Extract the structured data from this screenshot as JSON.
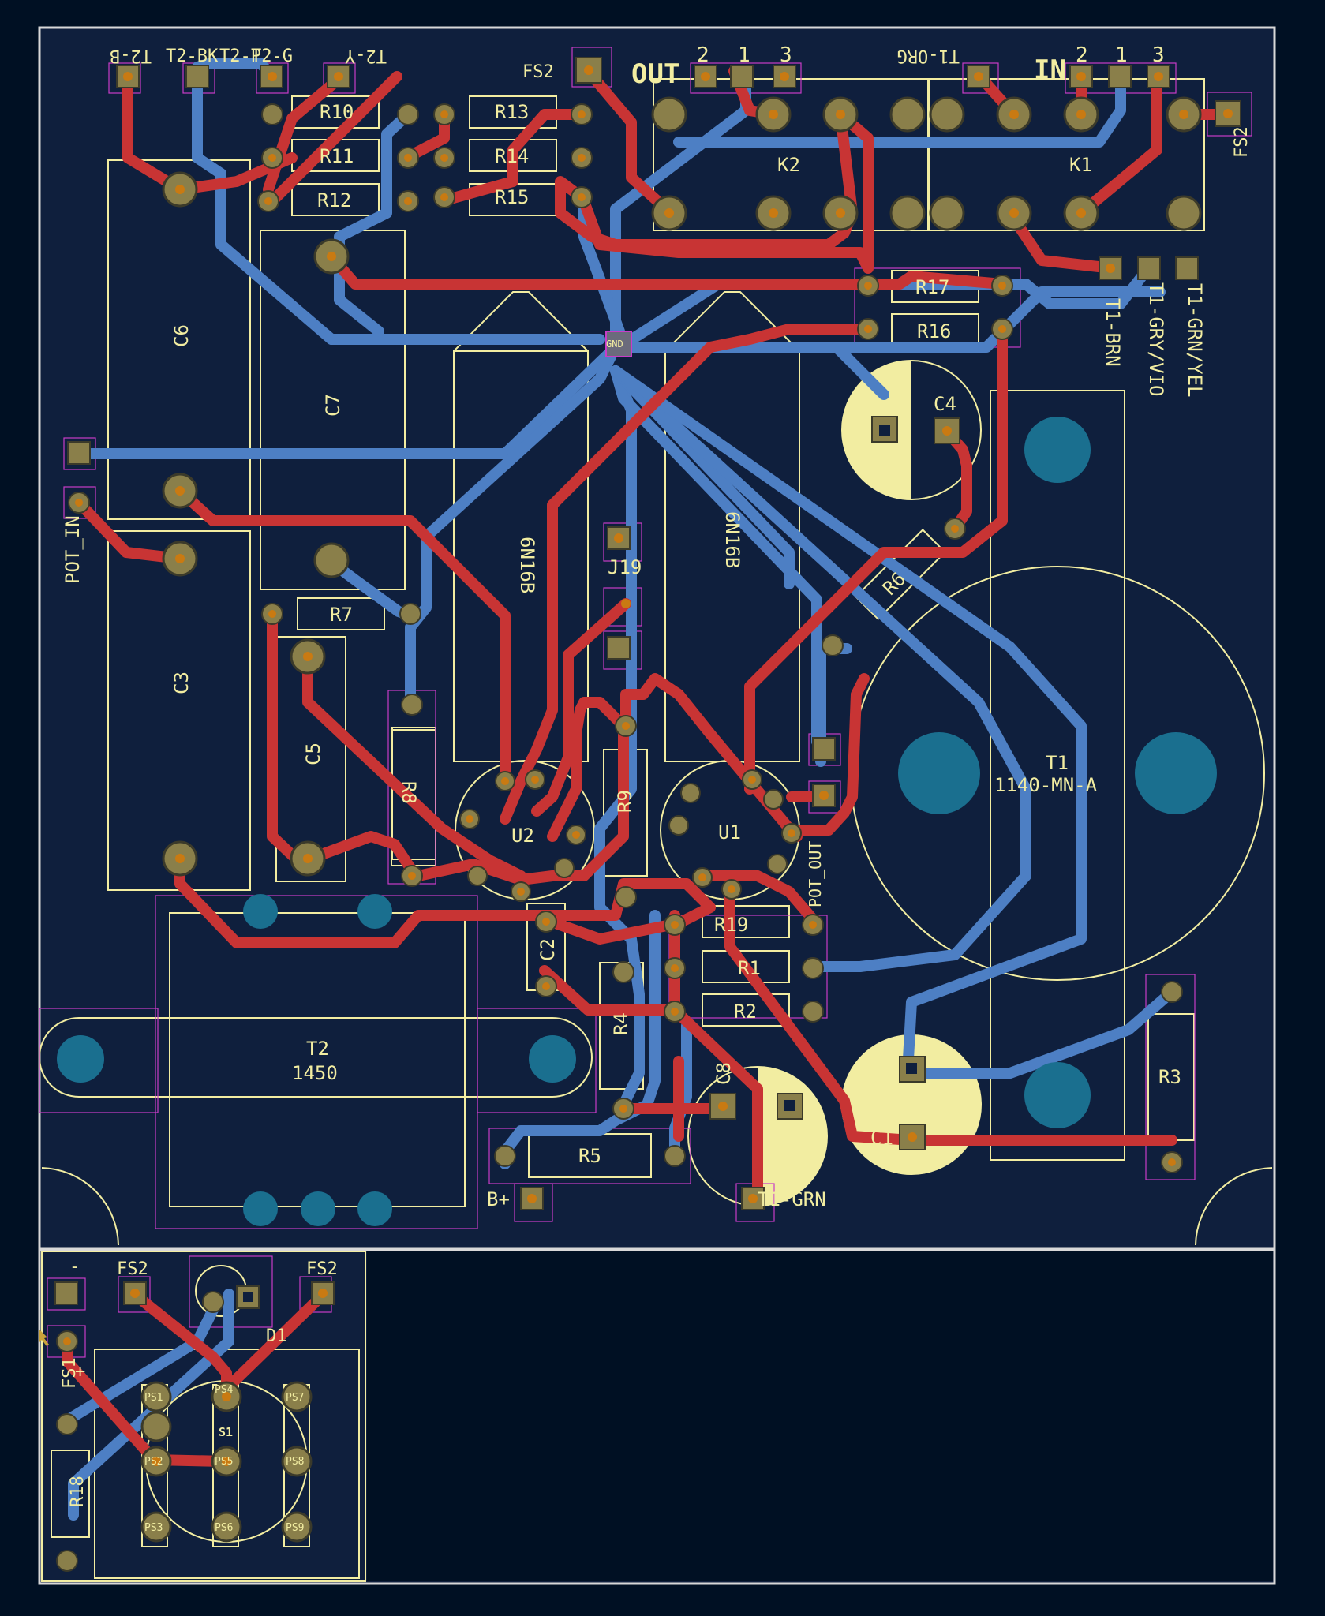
{
  "colors": {
    "background": "#001023",
    "board": "#0f1f3d",
    "edge": "#d8d8d8",
    "silk": "#f2eda1",
    "courtyard": "#c83cc8",
    "front_copper": "#c83434",
    "back_copper": "#4d7fc4",
    "pad_ring": "#8a7f4a",
    "pad_hole": "#c97a12",
    "mount_hole": "#1a6f8f"
  },
  "labels": {
    "top": {
      "t2_b": "T2-B",
      "t2_bk": "T2-BK",
      "t2_p": "T2-P",
      "t2_g": "T2-G",
      "t2_y": "T2-Y",
      "fs2_top": "FS2",
      "out": "OUT",
      "in": "IN",
      "t1_org": "T1-ORG",
      "fs2_right": "FS2",
      "n2a": "2",
      "n1a": "1",
      "n3a": "3",
      "n2b": "2",
      "n1b": "1",
      "n3b": "3"
    },
    "relays": {
      "k1": "K1",
      "k2": "K2"
    },
    "resistors": {
      "r10": "R10",
      "r11": "R11",
      "r12": "R12",
      "r13": "R13",
      "r14": "R14",
      "r15": "R15",
      "r16": "R16",
      "r17": "R17",
      "r7": "R7",
      "r8": "R8",
      "r6": "R6",
      "r9": "R9",
      "r1": "R1",
      "r2": "R2",
      "r19": "R19",
      "r4": "R4",
      "r5": "R5",
      "r3": "R3",
      "r18": "R18"
    },
    "caps": {
      "c6": "C6",
      "c7": "C7",
      "c3": "C3",
      "c5": "C5",
      "c4": "C4",
      "c2": "C2",
      "c8": "C8",
      "c1": "C1"
    },
    "ics": {
      "u1": "U1",
      "u2": "U2",
      "tube_left": "6N16B",
      "tube_right": "6N16B"
    },
    "connectors": {
      "j19": "J19",
      "pot_in": "POT_IN",
      "pot_out": "POT_OUT",
      "t1_brn": "T1-BRN",
      "t1_gry": "T1-GRY/VIO",
      "t1_yel": "T1-GRN/YEL",
      "t1_grn": "T1-GRN",
      "bplus": "B+",
      "gnd": "GND"
    },
    "transformers": {
      "t1_ref": "T1",
      "t1_val": "1140-MN-A",
      "t2_ref": "T2",
      "t2_val": "1450"
    },
    "psu": {
      "fs2_a": "FS2",
      "fs2_b": "FS2",
      "d1": "D1",
      "fs1": "FS1",
      "s1": "S1",
      "r18": "R18",
      "minus": "-",
      "plus": "+",
      "ps": [
        "PS1",
        "PS4",
        "PS7",
        "PS2",
        "PS5",
        "PS8",
        "PS3",
        "PS6",
        "PS9"
      ]
    }
  }
}
